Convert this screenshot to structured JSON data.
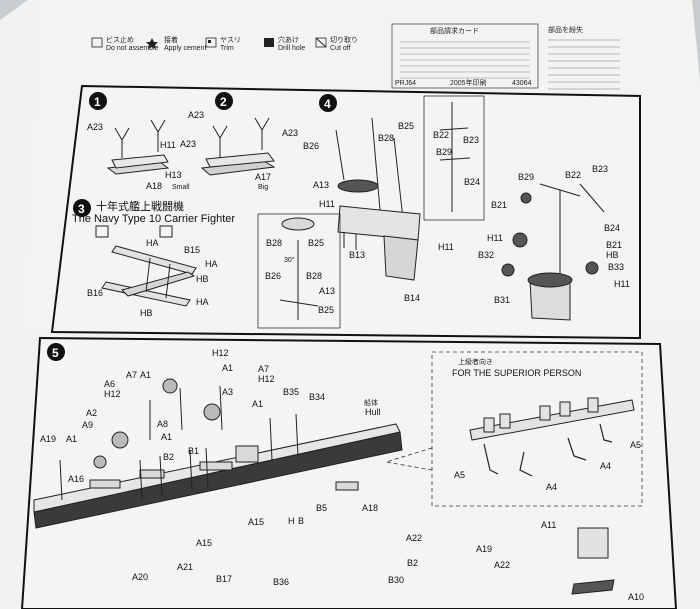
{
  "header": {
    "legend": [
      {
        "jp": "ビス止め",
        "en": "Do not assemble"
      },
      {
        "jp": "接着",
        "en": "Apply cement"
      },
      {
        "jp": "ヤスリ",
        "en": "Trim"
      },
      {
        "jp": "穴あけ",
        "en": "Drill hole"
      },
      {
        "jp": "切り取り",
        "en": "Cut off"
      }
    ],
    "parts_title": "部品請求カード",
    "code_left": "PRJ64",
    "code_mid": "2005年印刷",
    "code_right": "43064",
    "notice": "部品を紛失"
  },
  "steps": {
    "s1": {
      "num": "1",
      "labels": [
        "A23",
        "A23",
        "H11",
        "H13",
        "A18",
        "Small"
      ]
    },
    "s2": {
      "num": "2",
      "labels": [
        "A23",
        "A23",
        "A17",
        "Big"
      ]
    },
    "s3": {
      "num": "3",
      "jp_title": "十年式艦上戦闘機",
      "title": "The Navy Type 10 Carrier Fighter",
      "labels": [
        "HA",
        "B15",
        "HA",
        "HA",
        "B16",
        "HB",
        "HB"
      ]
    },
    "s4": {
      "num": "4",
      "labels": [
        "B28",
        "B25",
        "B26",
        "A13",
        "H11",
        "B13",
        "B14",
        "H11",
        "B22",
        "B23",
        "B29",
        "B24",
        "B29",
        "B22",
        "B23",
        "B21",
        "H11",
        "B24",
        "B21",
        "HB",
        "B32",
        "B33",
        "H11",
        "B31",
        "B28",
        "B25",
        "B26",
        "B28",
        "A13",
        "B25",
        "30°"
      ]
    },
    "s5": {
      "num": "5",
      "labels": [
        "A7",
        "H12",
        "A1",
        "A7",
        "H12",
        "A6",
        "H12",
        "A1",
        "A3",
        "B35",
        "B34",
        "A2",
        "A1",
        "A9",
        "A1",
        "A8",
        "B2",
        "B1",
        "A19",
        "A1",
        "A16",
        "A15",
        "H",
        "B",
        "B5",
        "A18",
        "A15",
        "A20",
        "A21",
        "B17",
        "B36",
        "A22",
        "A19",
        "B2",
        "A22",
        "B30",
        "A11",
        "A10"
      ],
      "hull_jp": "船体",
      "hull": "Hull",
      "superior_jp": "上級者向き",
      "superior": "FOR THE SUPERIOR PERSON",
      "inset_labels": [
        "A5",
        "A4",
        "A4",
        "A5"
      ]
    }
  }
}
